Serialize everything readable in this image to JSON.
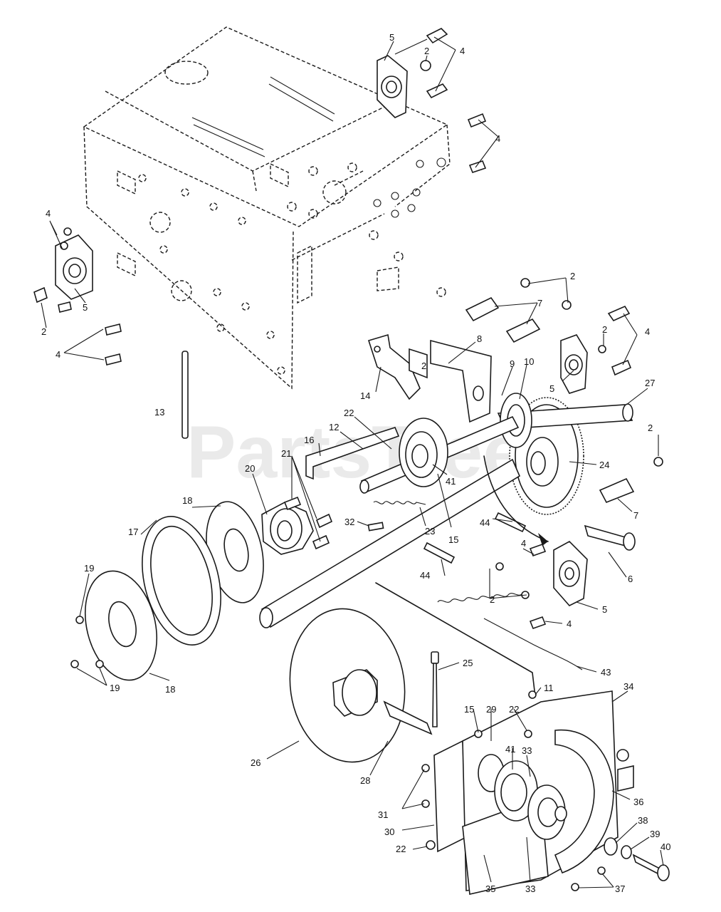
{
  "watermark": {
    "text": "PartsTree",
    "trademark": "™"
  },
  "callouts": [
    "2",
    "4",
    "5",
    "6",
    "7",
    "8",
    "9",
    "10",
    "11",
    "12",
    "13",
    "14",
    "15",
    "16",
    "17",
    "18",
    "19",
    "20",
    "21",
    "22",
    "23",
    "24",
    "25",
    "26",
    "27",
    "28",
    "29",
    "30",
    "31",
    "32",
    "33",
    "34",
    "35",
    "36",
    "37",
    "38",
    "39",
    "40",
    "41",
    "43",
    "44"
  ],
  "labels": {
    "l5a": "5",
    "l2a": "2",
    "l4a": "4",
    "l4b": "4",
    "l4c": "4",
    "l5b": "5",
    "l2b": "2",
    "l4d": "4",
    "l13": "13",
    "l2c": "2",
    "l7a": "7",
    "l8": "8",
    "l2d": "2",
    "l4e": "4",
    "l2e": "2",
    "l14": "14",
    "l9": "9",
    "l10": "10",
    "l5c": "5",
    "l27": "27",
    "l22a": "22",
    "l12": "12",
    "l16": "16",
    "l21": "21",
    "l20": "20",
    "l2f": "2",
    "l24": "24",
    "l41a": "41",
    "l18a": "18",
    "l7b": "7",
    "l17": "17",
    "l32": "32",
    "l23": "23",
    "l15a": "15",
    "l44a": "44",
    "l19a": "19",
    "l4f": "4",
    "l6": "6",
    "l44b": "44",
    "l2g": "2",
    "l5d": "5",
    "l4g": "4",
    "l18b": "18",
    "l19b": "19",
    "l25": "25",
    "l43": "43",
    "l11": "11",
    "l15b": "15",
    "l29": "29",
    "l22b": "22",
    "l34": "34",
    "l26": "26",
    "l41b": "41",
    "l33a": "33",
    "l28": "28",
    "l31": "31",
    "l36": "36",
    "l38": "38",
    "l39": "39",
    "l30": "30",
    "l40": "40",
    "l22c": "22",
    "l35": "35",
    "l33b": "33",
    "l37": "37"
  }
}
